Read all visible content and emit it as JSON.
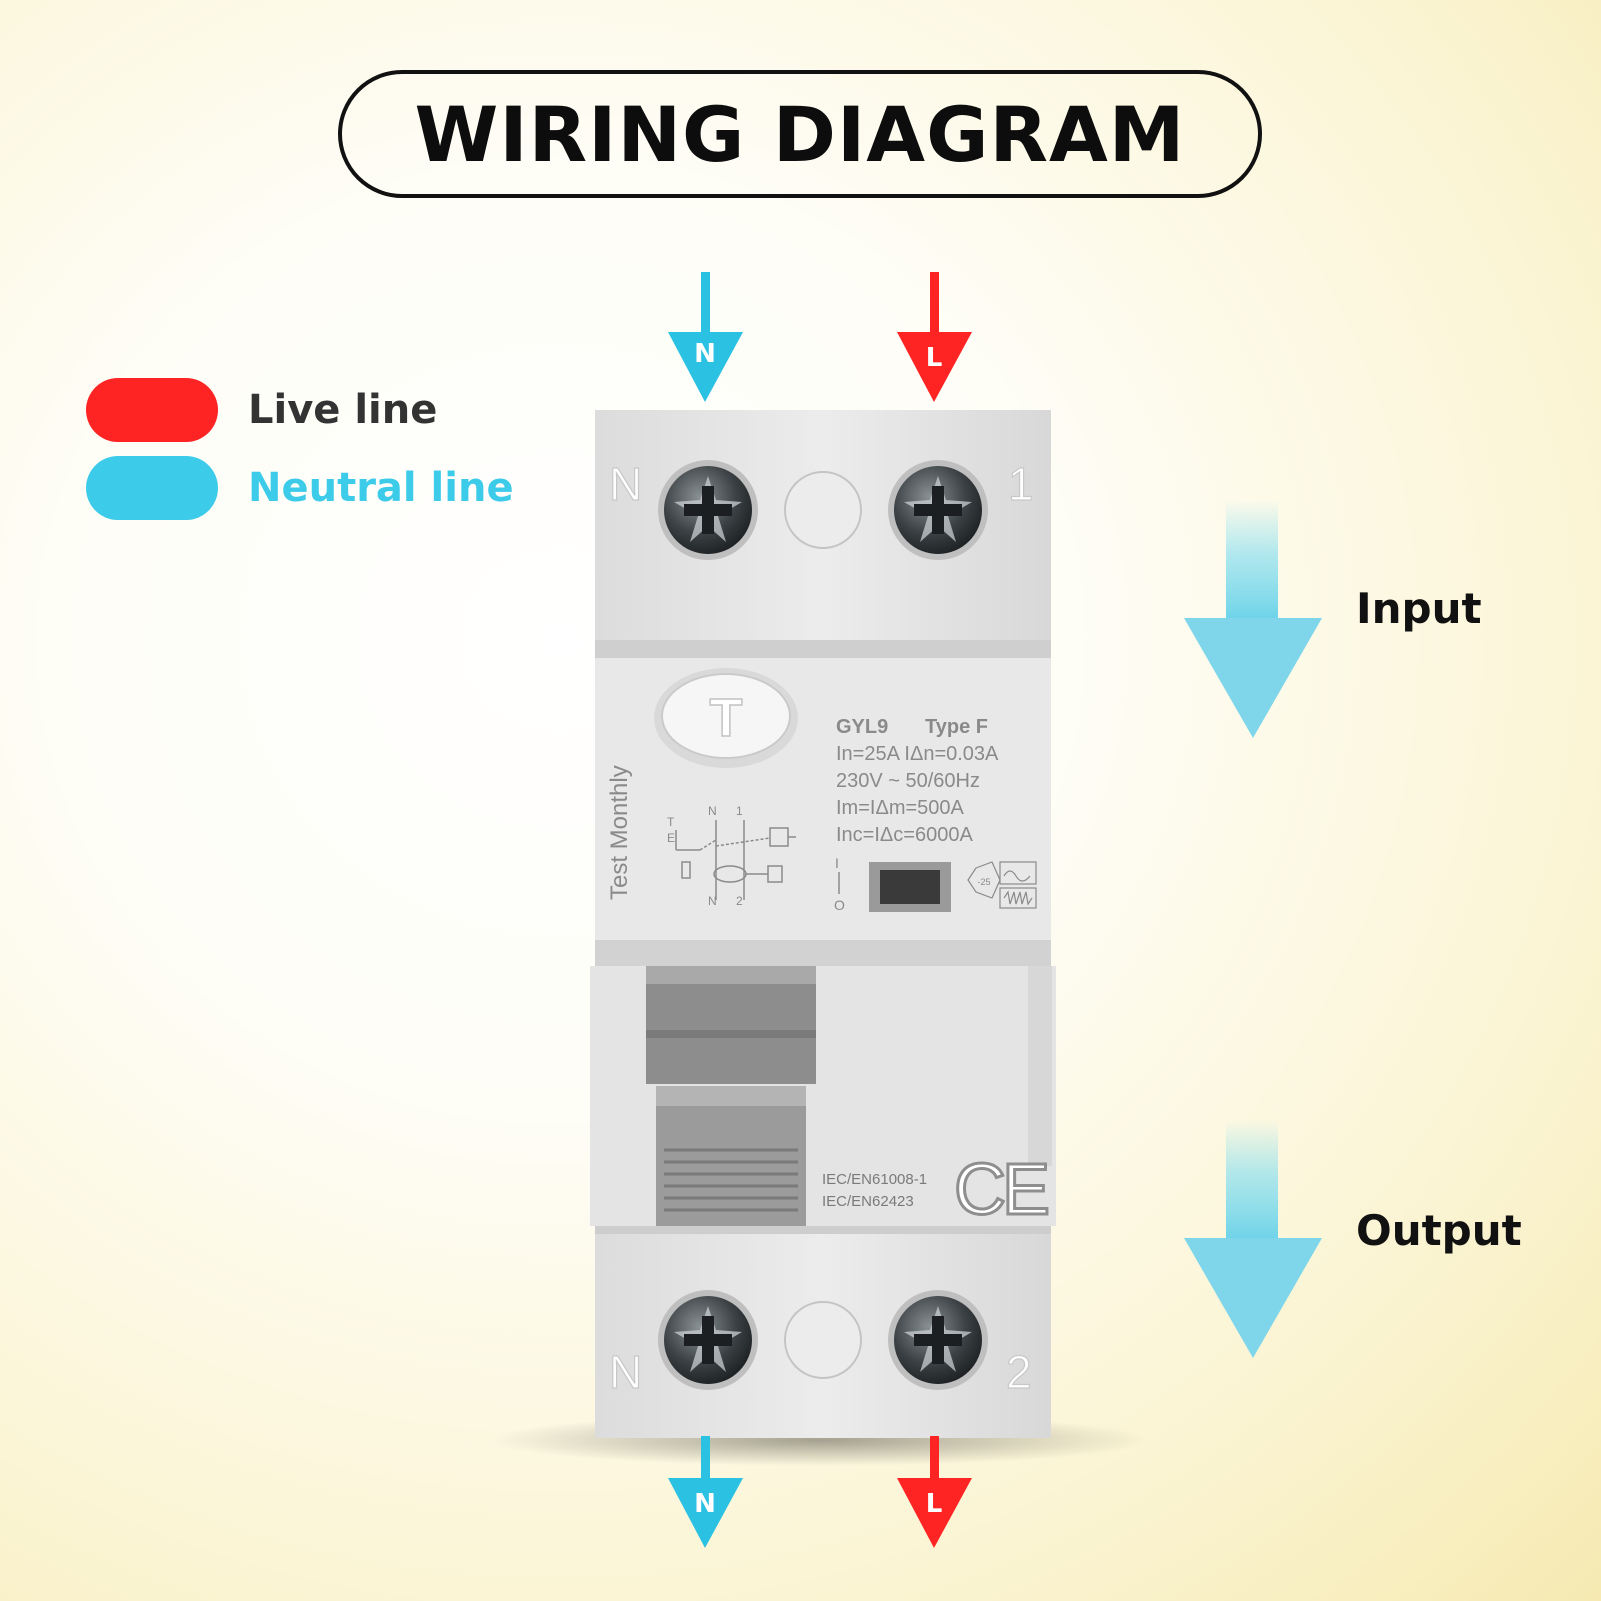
{
  "title": "WIRING DIAGRAM",
  "legend": {
    "live": {
      "label": "Live line",
      "color": "#ff2424",
      "text_color": "#333333"
    },
    "neutral": {
      "label": "Neutral line",
      "color": "#3ccbe9",
      "text_color": "#3ccbe9"
    }
  },
  "flow": {
    "input": "Input",
    "output": "Output"
  },
  "arrows": {
    "neutral_letter": "N",
    "live_letter": "L"
  },
  "device": {
    "top_terminals": {
      "left": "N",
      "right": "1"
    },
    "bottom_terminals": {
      "left": "N",
      "right": "2"
    },
    "test_button": "T",
    "test_label": "Test Monthly",
    "model": "GYL9",
    "type": "Type F",
    "ratings": [
      "In=25A   IΔn=0.03A",
      "230V ~ 50/60Hz",
      "Im=IΔm=500A",
      "Inc=IΔc=6000A"
    ],
    "standards": [
      "IEC/EN61008-1",
      "IEC/EN62423"
    ],
    "ce_mark": "CE",
    "schematic": {
      "t": "T",
      "e": "E",
      "n_top": "N",
      "one": "1",
      "n_bottom": "N",
      "two": "2"
    },
    "temperature": "-25",
    "switch_positions": {
      "on": "I",
      "off": "O"
    }
  }
}
